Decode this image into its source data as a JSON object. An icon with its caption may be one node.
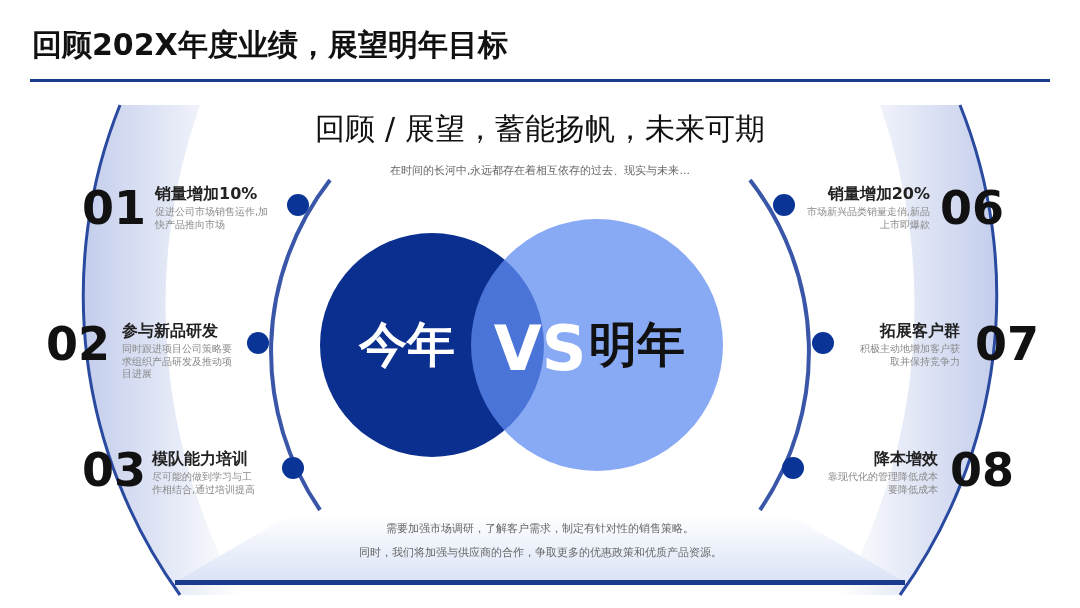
{
  "diagram": {
    "title": "回顾202X年度业绩，展望明年目标",
    "nodes": [
      {
        "text": [
          "今年"
        ]
      },
      {
        "text": [
          "明年"
        ]
      }
    ],
    "edges": [],
    "labels": [
      "回顾 / 展望，蓄能扬帆，未来可期",
      "在时间的长河中,永远都存在着相互依存的过去、现实与未来...",
      "01",
      "销量增加10%",
      "促进公司市场销售运作,加快产品推向市场",
      "销量增加20%",
      "市场新兴品类销量走俏,新品上市即爆款",
      "06",
      "02",
      "参与新品研发",
      "同时跟进项目公司策略要求组织产品研发及推动项目进展",
      "拓展客户群",
      "积极主动地增加客户获取并保持竞争力",
      "07",
      "03",
      "模队能力培训",
      "尽可能的做到学习与工作相结合,通过培训提高",
      "降本增效",
      "靠现代化的管理降低成本要降低成本",
      "08",
      "VS",
      "需要加强市场调研，了解客户需求，制定有针对性的销售策略。",
      "同时，我们将加强与供应商的合作，争取更多的优惠政策和优质产品资源。"
    ]
  }
}
